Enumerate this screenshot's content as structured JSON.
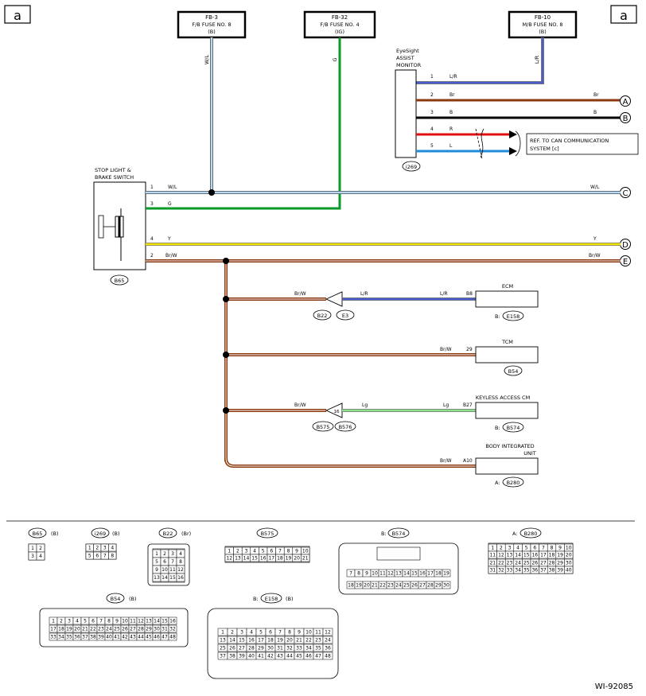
{
  "page_marks": {
    "left": "a",
    "right": "a"
  },
  "fuses": [
    {
      "id": "FB-3",
      "name": "F/B FUSE NO. 8",
      "sub": "(B)",
      "wire": "W/L"
    },
    {
      "id": "FB-32",
      "name": "F/B FUSE NO. 4",
      "sub": "(IG)",
      "wire": "G"
    },
    {
      "id": "FB-10",
      "name": "M/B FUSE NO. 8",
      "sub": "(B)",
      "wire": "L/R"
    }
  ],
  "assist_monitor": {
    "title": [
      "EyeSight",
      "ASSIST",
      "MONITOR"
    ],
    "connector": "i269",
    "pins": [
      {
        "pin": "1",
        "wire": "L/R",
        "right_label": ""
      },
      {
        "pin": "2",
        "wire": "Br",
        "right_label": "Br"
      },
      {
        "pin": "3",
        "wire": "B",
        "right_label": "B"
      },
      {
        "pin": "4",
        "wire": "R",
        "right_label": ""
      },
      {
        "pin": "5",
        "wire": "L",
        "right_label": ""
      }
    ],
    "can_ref": [
      "REF. TO CAN COMMUNICATION",
      "SYSTEM [c]"
    ]
  },
  "terminals": [
    "A",
    "B",
    "C",
    "D",
    "E"
  ],
  "stop_light_switch": {
    "title": [
      "STOP LIGHT &",
      "BRAKE SWITCH"
    ],
    "connector": "B65",
    "pins": [
      {
        "pin": "1",
        "wire": "W/L",
        "right_label": "W/L"
      },
      {
        "pin": "3",
        "wire": "G",
        "right_label": ""
      },
      {
        "pin": "4",
        "wire": "Y",
        "right_label": "Y"
      },
      {
        "pin": "2",
        "wire": "Br/W",
        "right_label": "Br/W"
      }
    ]
  },
  "ecm": {
    "title": "ECM",
    "pin": "B8",
    "wire_in": "Br/W",
    "wire_out": "L/R",
    "wire_out2": "L/R",
    "connector_prefix": "B:",
    "connector": "E158",
    "joint": [
      "B22",
      "E3"
    ]
  },
  "tcm": {
    "title": "TCM",
    "pin": "29",
    "wire": "Br/W",
    "connector": "B54"
  },
  "keyless": {
    "title": "KEYLESS ACCESS CM",
    "pin": "B27",
    "wire_in": "Br/W",
    "wire_out": "Lg",
    "wire_out2": "Lg",
    "joint_pin": "16",
    "connector_prefix": "B:",
    "connector": "B574",
    "joint": [
      "B575",
      "B576"
    ]
  },
  "body_unit": {
    "title": [
      "BODY INTEGRATED",
      "UNIT"
    ],
    "pin": "A10",
    "wire": "Br/W",
    "connector_prefix": "A:",
    "connector": "B280"
  },
  "connector_views": [
    {
      "id": "B65",
      "color": "(B)",
      "prefix": ""
    },
    {
      "id": "i269",
      "color": "(B)",
      "prefix": ""
    },
    {
      "id": "B22",
      "color": "(Br)",
      "prefix": ""
    },
    {
      "id": "B575",
      "color": "",
      "prefix": ""
    },
    {
      "id": "B574",
      "color": "",
      "prefix": "B:"
    },
    {
      "id": "B280",
      "color": "",
      "prefix": "A:"
    },
    {
      "id": "B54",
      "color": "(B)",
      "prefix": ""
    },
    {
      "id": "E158",
      "color": "(B)",
      "prefix": "B:"
    }
  ],
  "figure_id": "WI-92085",
  "colors": {
    "WL": "#8ec0ea",
    "G": "#0a9a2a",
    "LR": "#4a5bd0",
    "Br": "#8b3a10",
    "B": "#000000",
    "R": "#e01010",
    "L": "#1e8cd8",
    "Y": "#f2e600",
    "BrW": "#b5651d",
    "Lg": "#8ee08e"
  }
}
